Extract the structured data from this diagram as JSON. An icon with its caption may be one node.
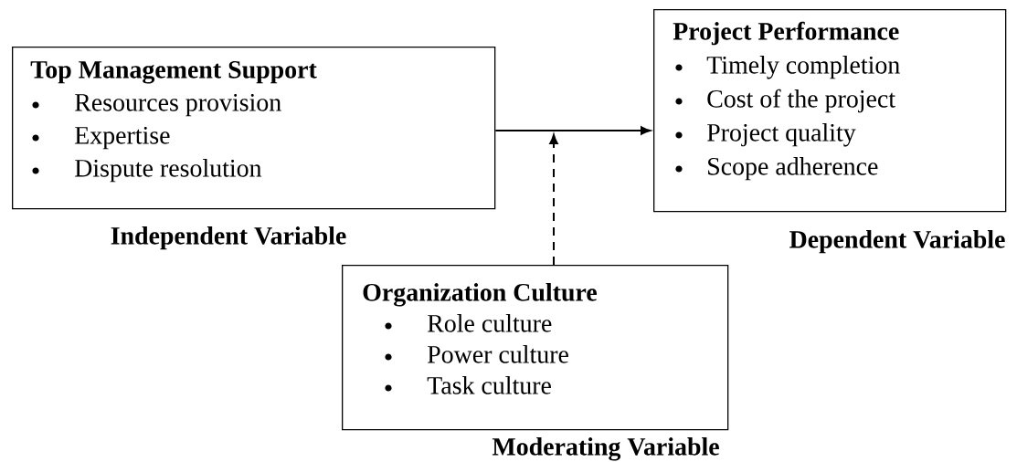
{
  "diagram": {
    "nodes": [
      {
        "text": [
          "Top Management Support",
          "Resources provision",
          "Expertise",
          "Dispute resolution"
        ],
        "beside": [
          "Independent Variable"
        ]
      },
      {
        "text": [
          "Project Performance",
          "Timely completion",
          "Cost of the project",
          "Project quality",
          "Scope adherence"
        ],
        "beside": [
          "Dependent Variable"
        ]
      },
      {
        "text": [
          "Organization Culture",
          "Role culture",
          "Power culture",
          "Task culture"
        ],
        "beside": [
          "Moderating Variable"
        ]
      }
    ],
    "edges": [
      {
        "from": 0,
        "to": 1,
        "arrow": "to"
      },
      {
        "from": 2,
        "to": null,
        "arrow": "to",
        "style": "dashed"
      }
    ]
  }
}
